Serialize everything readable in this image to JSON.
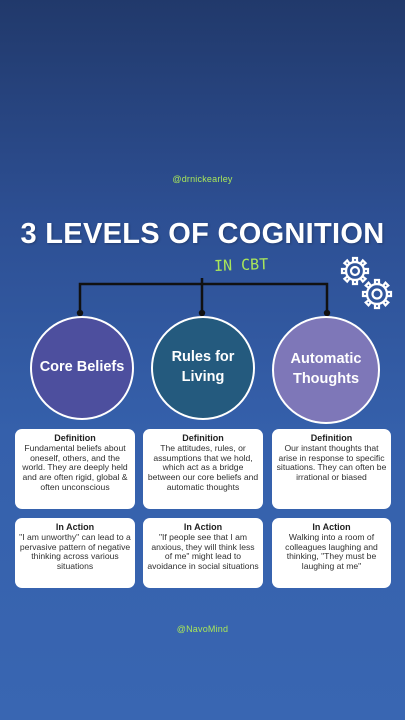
{
  "handles": {
    "top": "@drnickearley",
    "bottom": "@NavoMind"
  },
  "title": "3 LEVELS OF COGNITION",
  "subtitle": "IN CBT",
  "colors": {
    "accent_green": "#a9e65a",
    "core_beliefs": "#4d4f9e",
    "rules_for_living": "#245a7e",
    "automatic_thoughts": "#7e77b8"
  },
  "icons": [
    "gears-icon"
  ],
  "levels": [
    {
      "name_line1": "Core Beliefs",
      "name_line2": "",
      "definition_label": "Definition",
      "definition": "Fundamental beliefs about oneself, others, and the world. They are deeply held and are often rigid, global & often unconscious",
      "action_label": "In Action",
      "action": "\"I am unworthy\" can lead to a pervasive pattern of negative thinking across various situations"
    },
    {
      "name_line1": "Rules for",
      "name_line2": "Living",
      "definition_label": "Definition",
      "definition": "The attitudes, rules, or assumptions that we hold, which act as a bridge between our core beliefs and automatic thoughts",
      "action_label": "In Action",
      "action": "\"If people see that I am anxious, they will think less of me\" might lead to avoidance in social situations"
    },
    {
      "name_line1": "Automatic",
      "name_line2": "Thoughts",
      "definition_label": "Definition",
      "definition": "Our instant thoughts that arise in response to specific situations. They can often be irrational or biased",
      "action_label": "In Action",
      "action": "Walking into a room of colleagues laughing and thinking, \"They must be laughing at me\""
    }
  ]
}
